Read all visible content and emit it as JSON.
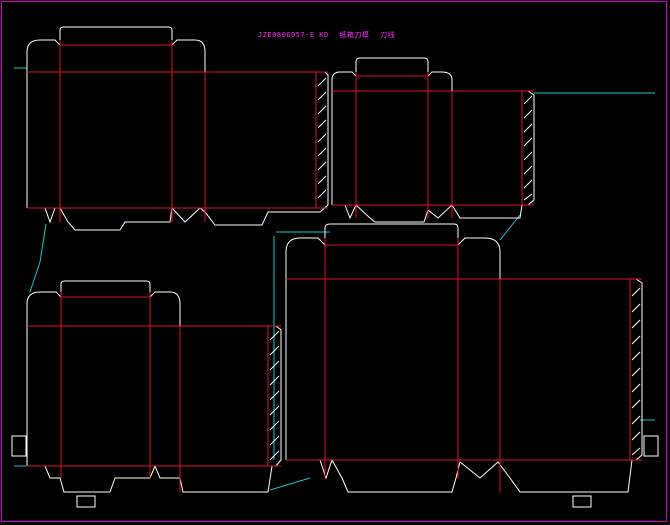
{
  "drawing": {
    "title_code": "JZE0806057-E KD",
    "title_note1": "纸箱刀模",
    "title_note2": "刀线"
  },
  "colors": {
    "background": "#000000",
    "border": "#d000d0",
    "cut_line": "#ffffff",
    "fold_line": "#e0102a",
    "bridge_line": "#19c6cc",
    "title_text": "#ff2bff"
  }
}
